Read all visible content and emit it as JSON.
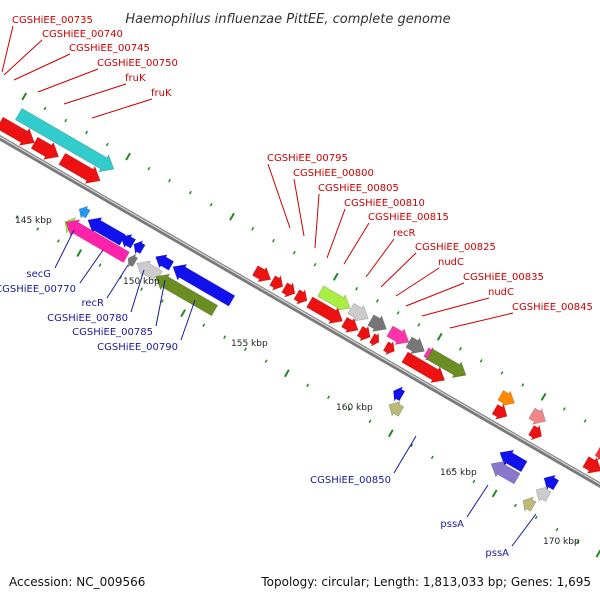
{
  "title": "Haemophilus influenzae PittEE, complete genome",
  "footer": {
    "accession": "Accession: NC_009566",
    "summary": "Topology: circular; Length: 1,813,033 bp; Genes: 1,695"
  },
  "colors": {
    "forward_label": "#cc0000",
    "reverse_label": "#1a1a99",
    "backbone": "#888888"
  },
  "scale_labels": [
    "145 kbp",
    "150 kbp",
    "155 kbp",
    "160 kbp",
    "165 kbp",
    "170 kbp"
  ],
  "forward_labels": [
    "CGSHiEE_00735",
    "CGSHiEE_00740",
    "CGSHiEE_00745",
    "CGSHiEE_00750",
    "fruK",
    "fruK",
    "CGSHiEE_00795",
    "CGSHiEE_00800",
    "CGSHiEE_00805",
    "CGSHiEE_00810",
    "CGSHiEE_00815",
    "recR",
    "CGSHiEE_00825",
    "nudC",
    "CGSHiEE_00835",
    "nudC",
    "CGSHiEE_00845"
  ],
  "reverse_labels": [
    "secG",
    "CGSHiEE_00770",
    "recR",
    "CGSHiEE_00780",
    "CGSHiEE_00785",
    "CGSHiEE_00790",
    "CGSHiEE_00850",
    "pssA",
    "pssA"
  ]
}
